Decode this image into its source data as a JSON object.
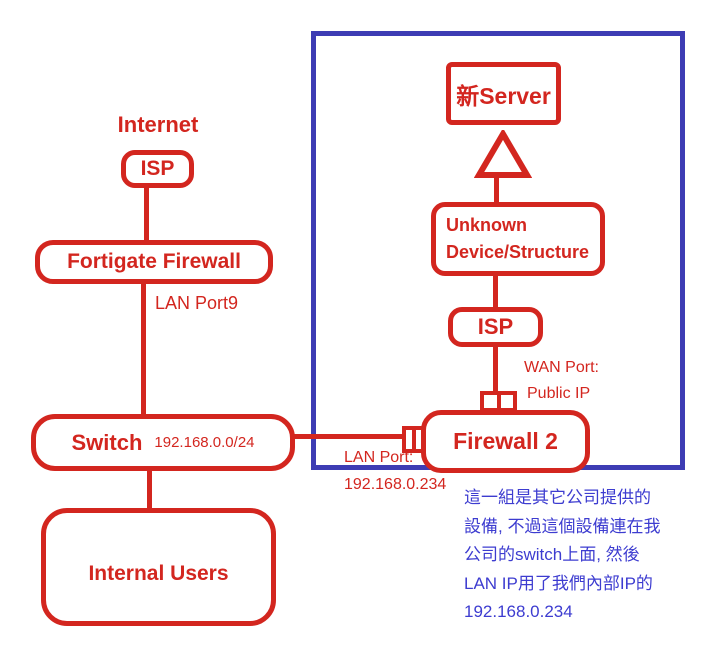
{
  "colors": {
    "red": "#d3261f",
    "blue": "#3d3cb4",
    "blue_text": "#3d3cd0",
    "background": "#ffffff"
  },
  "left_branch": {
    "internet_label": "Internet",
    "isp": "ISP",
    "fortigate_firewall": "Fortigate Firewall",
    "lan_port9": "LAN Port9",
    "switch": "Switch",
    "switch_subnet": "192.168.0.0/24",
    "internal_users": "Internal Users"
  },
  "right_branch": {
    "server": "新Server",
    "unknown_device_line1": "Unknown",
    "unknown_device_line2": "Device/Structure",
    "isp": "ISP",
    "wan_port": "WAN Port:",
    "public_ip": "Public IP",
    "firewall2": "Firewall 2",
    "lan_port": "LAN Port:",
    "lan_ip": "192.168.0.234"
  },
  "annotation": {
    "lines": [
      "這一組是其它公司提供的",
      "設備, 不過這個設備連在我",
      "公司的switch上面, 然後",
      "LAN IP用了我們內部IP的",
      "192.168.0.234"
    ]
  }
}
